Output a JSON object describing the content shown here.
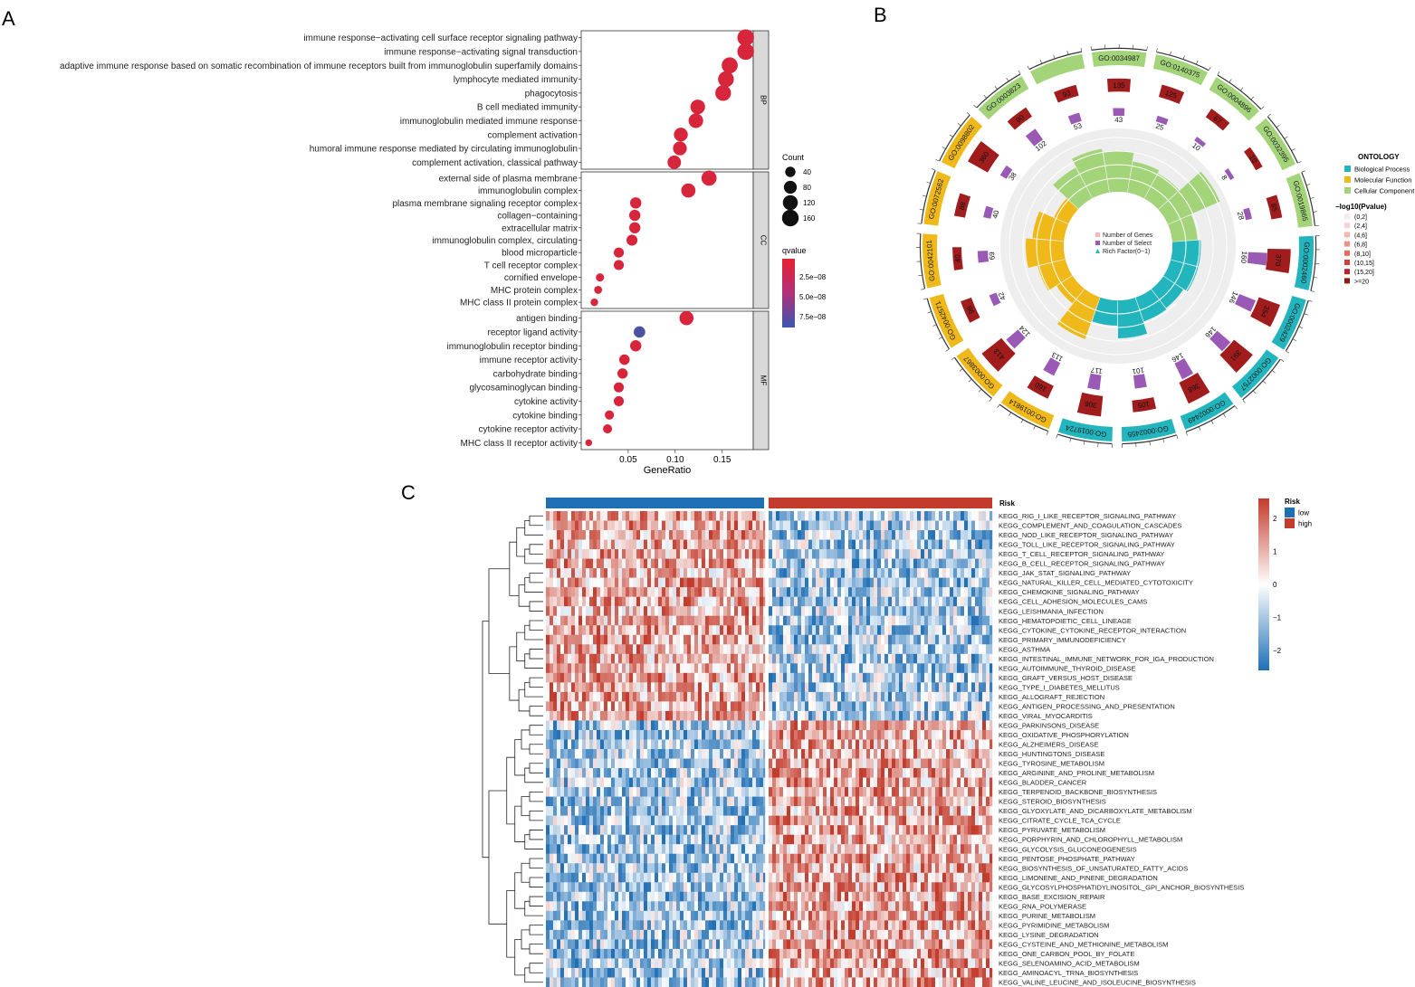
{
  "panels": {
    "a": "A",
    "b": "B",
    "c": "C"
  },
  "colors": {
    "facet_strip": "#d9d9d9",
    "red": "#e8202e",
    "blue": "#3a57b0",
    "bp": "#22b5be",
    "mf": "#f0b91a",
    "cc": "#a3d47a",
    "heat_high": "#c33b2c",
    "heat_low": "#1f6fb5",
    "dark_red": "#a11d1d",
    "purple": "#9b59b6"
  },
  "chart_data": [
    {
      "type": "scatter",
      "subtype": "dot-plot",
      "xlabel": "GeneRatio",
      "xticks": [
        0.05,
        0.1,
        0.15
      ],
      "xtick_labels": [
        "0.05",
        "0.10",
        "0.15"
      ],
      "xlim": [
        0.0,
        0.183
      ],
      "facets": [
        {
          "name": "BP",
          "terms": [
            {
              "term": "immune response−activating cell surface receptor signaling pathway",
              "ratio": 0.175,
              "count": 160,
              "q": 1e-08
            },
            {
              "term": "immune response−activating signal transduction",
              "ratio": 0.175,
              "count": 160,
              "q": 1e-08
            },
            {
              "term": "adaptive immune response based on somatic recombination of immune receptors built from immunoglobulin superfamily domains",
              "ratio": 0.158,
              "count": 145,
              "q": 1e-08
            },
            {
              "term": "lymphocyte mediated immunity",
              "ratio": 0.154,
              "count": 140,
              "q": 1e-08
            },
            {
              "term": "phagocytosis",
              "ratio": 0.151,
              "count": 138,
              "q": 1e-08
            },
            {
              "term": "B cell mediated immunity",
              "ratio": 0.124,
              "count": 113,
              "q": 1e-08
            },
            {
              "term": "immunoglobulin mediated immune response",
              "ratio": 0.122,
              "count": 111,
              "q": 1e-08
            },
            {
              "term": "complement activation",
              "ratio": 0.106,
              "count": 97,
              "q": 1e-08
            },
            {
              "term": "humoral immune response mediated by circulating immunoglobulin",
              "ratio": 0.105,
              "count": 96,
              "q": 1e-08
            },
            {
              "term": "complement activation, classical pathway",
              "ratio": 0.099,
              "count": 90,
              "q": 1e-08
            }
          ]
        },
        {
          "name": "CC",
          "terms": [
            {
              "term": "external side of plasma membrane",
              "ratio": 0.136,
              "count": 124,
              "q": 1e-08
            },
            {
              "term": "immunoglobulin complex",
              "ratio": 0.114,
              "count": 104,
              "q": 1e-08
            },
            {
              "term": "plasma membrane signaling receptor complex",
              "ratio": 0.058,
              "count": 53,
              "q": 1e-08
            },
            {
              "term": "collagen−containing",
              "ratio": 0.057,
              "count": 52,
              "q": 1e-08
            },
            {
              "term": "extracellular matrix",
              "ratio": 0.057,
              "count": 52,
              "q": 1e-08
            },
            {
              "term": "immunoglobulin complex, circulating",
              "ratio": 0.054,
              "count": 49,
              "q": 1e-08
            },
            {
              "term": "blood microparticle",
              "ratio": 0.04,
              "count": 37,
              "q": 1e-08
            },
            {
              "term": "T cell receptor complex",
              "ratio": 0.04,
              "count": 37,
              "q": 1e-08
            },
            {
              "term": "cornified envelope",
              "ratio": 0.02,
              "count": 18,
              "q": 1e-08
            },
            {
              "term": "MHC protein complex",
              "ratio": 0.018,
              "count": 16,
              "q": 1e-08
            },
            {
              "term": "MHC class II protein complex",
              "ratio": 0.014,
              "count": 13,
              "q": 1e-08
            }
          ]
        },
        {
          "name": "MF",
          "terms": [
            {
              "term": "antigen binding",
              "ratio": 0.112,
              "count": 102,
              "q": 1e-08
            },
            {
              "term": "receptor ligand activity",
              "ratio": 0.062,
              "count": 56,
              "q": 8.2e-08
            },
            {
              "term": "immunoglobulin receptor binding",
              "ratio": 0.058,
              "count": 53,
              "q": 1e-08
            },
            {
              "term": "immune receptor activity",
              "ratio": 0.046,
              "count": 42,
              "q": 1e-08
            },
            {
              "term": "carbohydrate binding",
              "ratio": 0.044,
              "count": 40,
              "q": 1e-08
            },
            {
              "term": "glycosaminoglycan binding",
              "ratio": 0.04,
              "count": 37,
              "q": 1e-08
            },
            {
              "term": "cytokine activity",
              "ratio": 0.04,
              "count": 37,
              "q": 1e-08
            },
            {
              "term": "cytokine binding",
              "ratio": 0.03,
              "count": 27,
              "q": 1e-08
            },
            {
              "term": "cytokine receptor activity",
              "ratio": 0.028,
              "count": 26,
              "q": 1e-08
            },
            {
              "term": "MHC class II receptor activity",
              "ratio": 0.008,
              "count": 8,
              "q": 1e-08
            }
          ]
        }
      ],
      "legend_count": {
        "title": "Count",
        "values": [
          40,
          80,
          120,
          160
        ]
      },
      "legend_q": {
        "title": "qvalue",
        "labels": [
          "2.5e−08",
          "5.0e−08",
          "7.5e−08"
        ]
      }
    },
    {
      "type": "circular",
      "title": "",
      "legend_ontology": {
        "title": "ONTOLOGY",
        "items": [
          "Biological Process",
          "Molecular Function",
          "Cellular Component"
        ]
      },
      "legend_inner": [
        "Number of Genes",
        "Number of Select",
        "Rich Factor(0−1)"
      ],
      "legend_pvalue": {
        "title": "−log10(Pvalue)",
        "items": [
          "(0,2]",
          "(2,4]",
          "(4,6]",
          "(6,8]",
          "(8,10]",
          "(10,15]",
          "(15,20]",
          ">=20"
        ]
      },
      "sectors": [
        {
          "id": "GO:0034987",
          "ont": "CC",
          "genes": 135,
          "select": 43,
          "rich": 0.65
        },
        {
          "id": "GO:0140375",
          "ont": "CC",
          "genes": 125,
          "select": 25,
          "rich": 0.5
        },
        {
          "id": "GO:0004896",
          "ont": "CC",
          "genes": 67,
          "select": 10,
          "rich": 0.45
        },
        {
          "id": "GO:0032395",
          "ont": "CC",
          "genes": 10,
          "select": 8,
          "rich": 0.9
        },
        {
          "id": "GO:0019865",
          "ont": "CC",
          "genes": 85,
          "select": 28,
          "rich": 0.4
        },
        {
          "id": "GO:0002460",
          "ont": "BP",
          "genes": 370,
          "select": 160,
          "rich": 0.45
        },
        {
          "id": "GO:0002429",
          "ont": "BP",
          "genes": 354,
          "select": 146,
          "rich": 0.45
        },
        {
          "id": "GO:0002757",
          "ont": "BP",
          "genes": 391,
          "select": 146,
          "rich": 0.38
        },
        {
          "id": "GO:0002449",
          "ont": "BP",
          "genes": 368,
          "select": 146,
          "rich": 0.4
        },
        {
          "id": "GO:0002455",
          "ont": "BP",
          "genes": 105,
          "select": 101,
          "rich": 0.6
        },
        {
          "id": "GO:0019724",
          "ont": "BP",
          "genes": 306,
          "select": 117,
          "rich": 0.4
        },
        {
          "id": "GO:0019814",
          "ont": "MF",
          "genes": 160,
          "select": 113,
          "rich": 0.7
        },
        {
          "id": "GO:0003867",
          "ont": "MF",
          "genes": 413,
          "select": 124,
          "rich": 0.3
        },
        {
          "id": "GO:0042571",
          "ont": "MF",
          "genes": 96,
          "select": 42,
          "rich": 0.45
        },
        {
          "id": "GO:0042101",
          "ont": "MF",
          "genes": 40,
          "select": 69,
          "rich": 0.6
        },
        {
          "id": "GO:0072562",
          "ont": "MF",
          "genes": 88,
          "select": 40,
          "rich": 0.5
        },
        {
          "id": "GO:0098802",
          "ont": "MF",
          "genes": 360,
          "select": 38,
          "rich": 0.25
        },
        {
          "id": "GO:0003823",
          "ont": "CC",
          "genes": 90,
          "select": 102,
          "rich": 0.55
        },
        {
          "id": "",
          "ont": "CC",
          "genes": 93,
          "select": 53,
          "rich": 0.7
        }
      ]
    },
    {
      "type": "heatmap",
      "annotation_label": "Risk",
      "legend_risk": {
        "title": "Risk",
        "items": [
          "low",
          "high"
        ]
      },
      "colorbar_ticks": [
        "2",
        "1",
        "0",
        "−1",
        "−2"
      ],
      "colorbar_range": [
        -2.6,
        2.6
      ],
      "groups": [
        "low",
        "high"
      ],
      "rows": [
        "KEGG_RIG_I_LIKE_RECEPTOR_SIGNALING_PATHWAY",
        "KEGG_COMPLEMENT_AND_COAGULATION_CASCADES",
        "KEGG_NOD_LIKE_RECEPTOR_SIGNALING_PATHWAY",
        "KEGG_TOLL_LIKE_RECEPTOR_SIGNALING_PATHWAY",
        "KEGG_T_CELL_RECEPTOR_SIGNALING_PATHWAY",
        "KEGG_B_CELL_RECEPTOR_SIGNALING_PATHWAY",
        "KEGG_JAK_STAT_SIGNALING_PATHWAY",
        "KEGG_NATURAL_KILLER_CELL_MEDIATED_CYTOTOXICITY",
        "KEGG_CHEMOKINE_SIGNALING_PATHWAY",
        "KEGG_CELL_ADHESION_MOLECULES_CAMS",
        "KEGG_LEISHMANIA_INFECTION",
        "KEGG_HEMATOPOIETIC_CELL_LINEAGE",
        "KEGG_CYTOKINE_CYTOKINE_RECEPTOR_INTERACTION",
        "KEGG_PRIMARY_IMMUNODEFICIENCY",
        "KEGG_ASTHMA",
        "KEGG_INTESTINAL_IMMUNE_NETWORK_FOR_IGA_PRODUCTION",
        "KEGG_AUTOIMMUNE_THYROID_DISEASE",
        "KEGG_GRAFT_VERSUS_HOST_DISEASE",
        "KEGG_TYPE_I_DIABETES_MELLITUS",
        "KEGG_ALLOGRAFT_REJECTION",
        "KEGG_ANTIGEN_PROCESSING_AND_PRESENTATION",
        "KEGG_VIRAL_MYOCARDITIS",
        "KEGG_PARKINSONS_DISEASE",
        "KEGG_OXIDATIVE_PHOSPHORYLATION",
        "KEGG_ALZHEIMERS_DISEASE",
        "KEGG_HUNTINGTONS_DISEASE",
        "KEGG_TYROSINE_METABOLISM",
        "KEGG_ARGININE_AND_PROLINE_METABOLISM",
        "KEGG_BLADDER_CANCER",
        "KEGG_TERPENOID_BACKBONE_BIOSYNTHESIS",
        "KEGG_STEROID_BIOSYNTHESIS",
        "KEGG_GLYOXYLATE_AND_DICARBOXYLATE_METABOLISM",
        "KEGG_CITRATE_CYCLE_TCA_CYCLE",
        "KEGG_PYRUVATE_METABOLISM",
        "KEGG_PORPHYRIN_AND_CHLOROPHYLL_METABOLISM",
        "KEGG_GLYCOLYSIS_GLUCONEOGENESIS",
        "KEGG_PENTOSE_PHOSPHATE_PATHWAY",
        "KEGG_BIOSYNTHESIS_OF_UNSATURATED_FATTY_ACIDS",
        "KEGG_LIMONENE_AND_PINENE_DEGRADATION",
        "KEGG_GLYCOSYLPHOSPHATIDYLINOSITOL_GPI_ANCHOR_BIOSYNTHESIS",
        "KEGG_BASE_EXCISION_REPAIR",
        "KEGG_RNA_POLYMERASE",
        "KEGG_PURINE_METABOLISM",
        "KEGG_PYRIMIDINE_METABOLISM",
        "KEGG_LYSINE_DEGRADATION",
        "KEGG_CYSTEINE_AND_METHIONINE_METABOLISM",
        "KEGG_ONE_CARBON_POOL_BY_FOLATE",
        "KEGG_SELENOAMINO_ACID_METABOLISM",
        "KEGG_AMINOACYL_TRNA_BIOSYNTHESIS",
        "KEGG_VALINE_LEUCINE_AND_ISOLEUCINE_BIOSYNTHESIS"
      ],
      "immune_rows": 22
    }
  ]
}
